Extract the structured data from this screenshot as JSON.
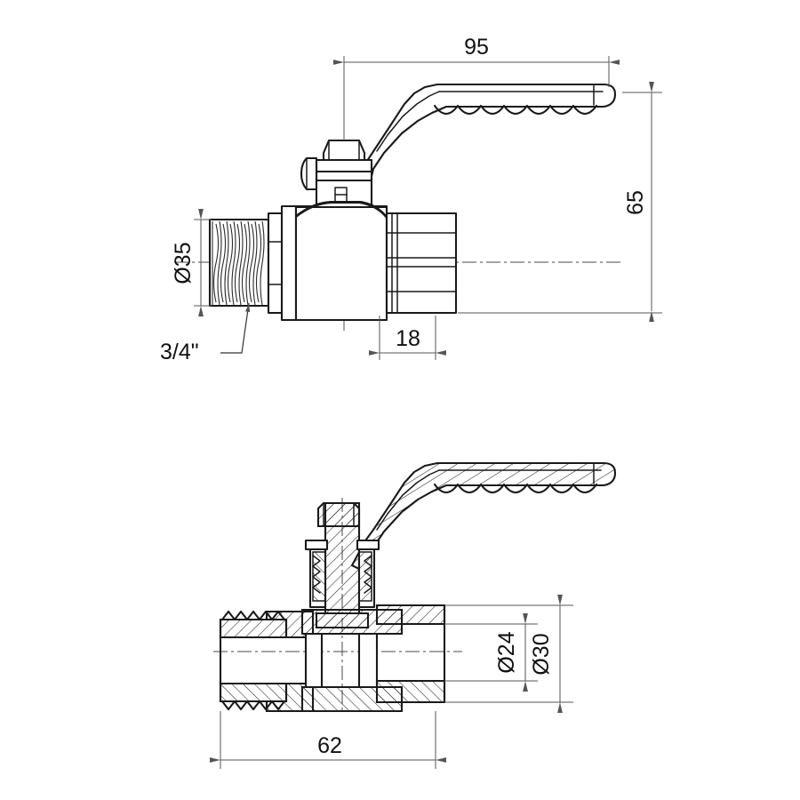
{
  "drawing": {
    "title": "Ball valve dimensioned drawing",
    "views": [
      {
        "id": "view-top",
        "name": "external-elevation"
      },
      {
        "id": "view-bottom",
        "name": "section-elevation"
      }
    ]
  },
  "dimensions": {
    "handle_length": {
      "label": "95",
      "orientation": "horizontal",
      "view": "top"
    },
    "handle_height": {
      "label": "65",
      "orientation": "vertical",
      "view": "top"
    },
    "male_thread_dia": {
      "label": "Ø35",
      "orientation": "vertical",
      "view": "top"
    },
    "female_end_length": {
      "label": "18",
      "orientation": "horizontal",
      "view": "top"
    },
    "bore_dia": {
      "label": "Ø24",
      "orientation": "vertical",
      "view": "bottom"
    },
    "outer_dia": {
      "label": "Ø30",
      "orientation": "vertical",
      "view": "bottom"
    },
    "body_length": {
      "label": "62",
      "orientation": "horizontal",
      "view": "bottom"
    }
  },
  "callouts": {
    "thread_size": {
      "label": "3/4\"",
      "target": "male-thread"
    }
  },
  "colors": {
    "line": "#1a1a1a",
    "dimension": "#555555",
    "background": "#ffffff",
    "centerline": "#4a4a4a"
  }
}
